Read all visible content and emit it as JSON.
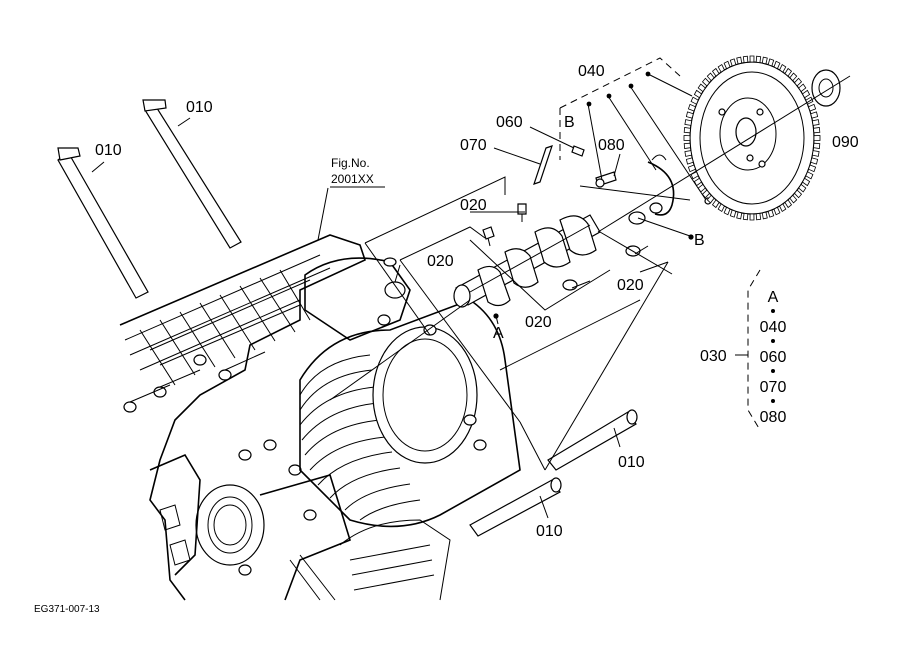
{
  "figure": {
    "fig_no_label": "Fig.No.",
    "fig_no_value": "2001XX",
    "footer_code": "EG371-007-13"
  },
  "callouts": {
    "pushrod_1": "010",
    "pushrod_2": "010",
    "pushrod_3": "010",
    "pushrod_4": "010",
    "assembly": "040",
    "part_060": "060",
    "part_070": "070",
    "part_080": "080",
    "part_090": "090",
    "bolt_1": "020",
    "bolt_2": "020",
    "bolt_3": "020",
    "bolt_4": "020",
    "ref_b_top": "B",
    "ref_b_right": "B",
    "ref_a_cam": "A"
  },
  "kit_legend": {
    "kit_number": "030",
    "items": [
      "A",
      "040",
      "060",
      "070",
      "080"
    ]
  }
}
